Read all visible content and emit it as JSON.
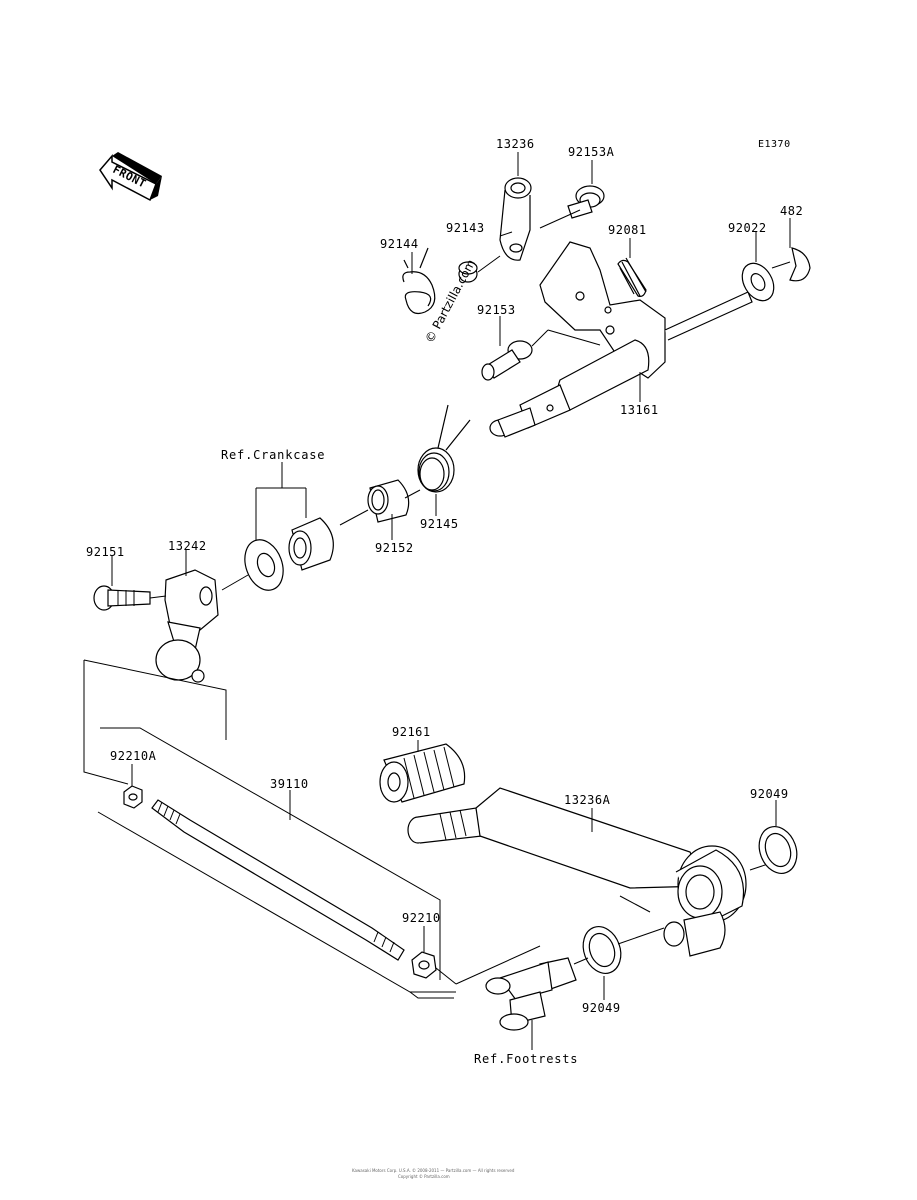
{
  "diagram": {
    "code": "E1370",
    "front_label": "FRONT",
    "watermark": "© Partzilla.com",
    "footer_line1": "Kawasaki Motors Corp. U.S.A. © 2008-2011 — Partzilla.com — All rights reserved",
    "footer_line2": "Copyright © Partzilla.com"
  },
  "parts": {
    "p13236": "13236",
    "p92153A": "92153A",
    "p92143": "92143",
    "p92144": "92144",
    "p92081": "92081",
    "p92022": "92022",
    "p482": "482",
    "p92153": "92153",
    "p13161": "13161",
    "ref_crankcase": "Ref.Crankcase",
    "p92145": "92145",
    "p92152": "92152",
    "p92151": "92151",
    "p13242": "13242",
    "p92161": "92161",
    "p92210A": "92210A",
    "p39110": "39110",
    "p13236A": "13236A",
    "p92049a": "92049",
    "p92210": "92210",
    "p92049b": "92049",
    "ref_footrests": "Ref.Footrests"
  }
}
